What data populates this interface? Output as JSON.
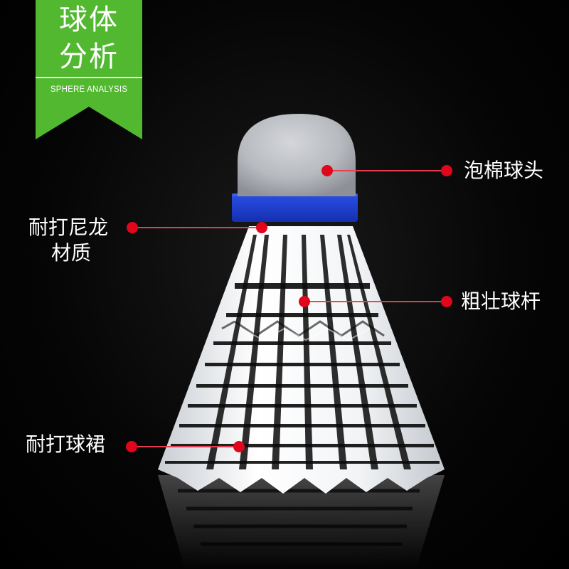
{
  "banner": {
    "title_line1": "球体",
    "title_line2": "分析",
    "subtitle": "SPHERE ANALYSIS",
    "color": "#52b830"
  },
  "callouts": {
    "foam_head": "泡棉球头",
    "nylon_line1": "耐打尼龙",
    "nylon_line2": "材质",
    "sturdy_shaft": "粗壮球杆",
    "durable_skirt": "耐打球裙"
  },
  "colors": {
    "background": "#000000",
    "marker": "#e0061b",
    "cork_head": "#b9bcc2",
    "band": "#1f3fd0",
    "skirt": "#f4f6f8"
  }
}
